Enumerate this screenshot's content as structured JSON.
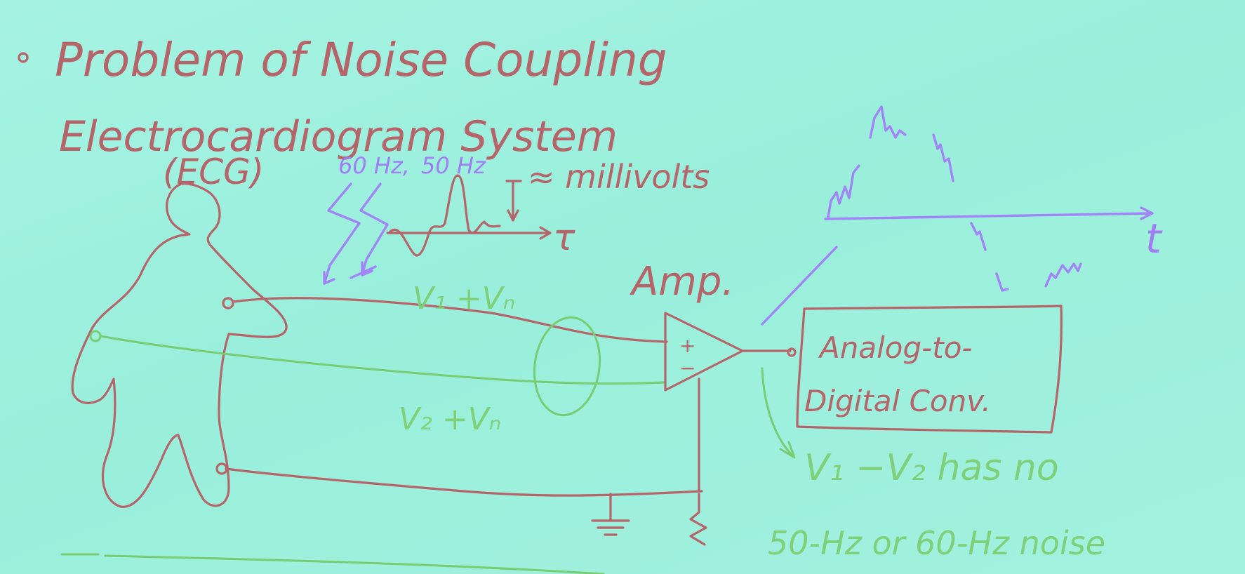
{
  "title": "Problem of Noise Coupling",
  "subtitle_line1": "Electrocardiogram System",
  "subtitle_line2": "(ECG)",
  "noise_freq_60": "60 Hz,",
  "noise_freq_50": "50 Hz",
  "amplitude_label": "≈ millivolts",
  "time_axis_left": "τ",
  "time_axis_right": "t",
  "amp_label": "Amp.",
  "amp_plus": "+",
  "amp_minus": "−",
  "wire_top_label": "V₁ +Vₙ",
  "wire_bottom_label": "V₂ +Vₙ",
  "adc_line1": "Analog-to-",
  "adc_line2": "Digital Conv.",
  "note_line1": "V₁ −V₂ has no",
  "note_line2": "50-Hz or 60-Hz noise",
  "colors": {
    "board": "#9ff0de",
    "red_marker": "#b5646a",
    "green_marker": "#78cc74",
    "purple_marker": "#a184f5"
  }
}
